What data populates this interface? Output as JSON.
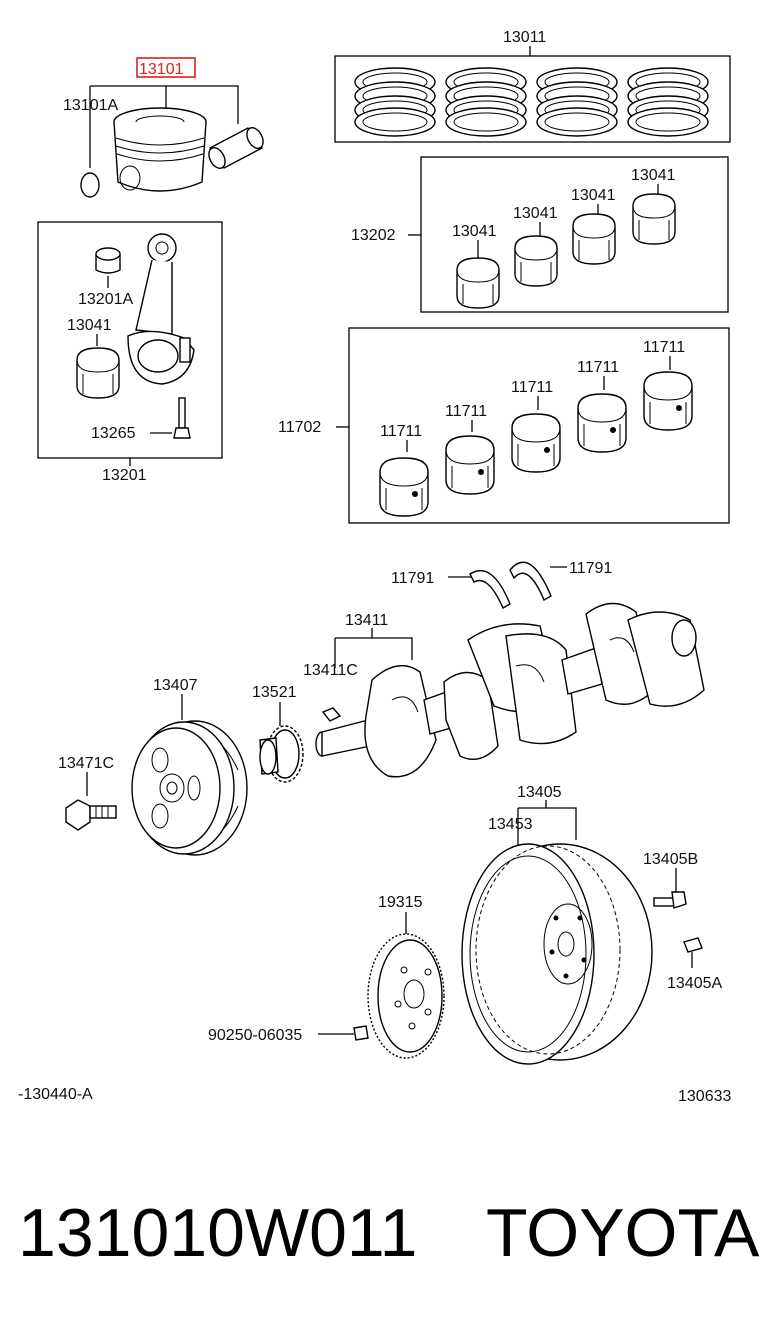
{
  "highlight_color": "#e02020",
  "labels": {
    "piston_assy": "13101",
    "piston_pin_clip": "13101A",
    "piston_ring_set": "13011",
    "rod_bearing_set": "13202",
    "rod_bearing_a": "13041",
    "rod_bearing_b": "13041",
    "rod_bearing_c": "13041",
    "rod_bearing_d": "13041",
    "rod_bushing": "13201A",
    "rod_bearing_left": "13041",
    "rod_bolt": "13265",
    "conn_rod_assy": "13201",
    "main_bearing_set": "11702",
    "main_bearing_1": "11711",
    "main_bearing_2": "11711",
    "main_bearing_3": "11711",
    "main_bearing_4": "11711",
    "main_bearing_5": "11711",
    "thrust_washer_left": "11791",
    "thrust_washer_right": "11791",
    "crankshaft": "13411",
    "crank_key": "13411C",
    "damper_pulley": "13407",
    "crank_gear": "13521",
    "pulley_bolt": "13471C",
    "flywheel_assy": "13405",
    "ring_gear": "13453",
    "flywheel_bolt": "13405B",
    "flywheel_pin": "13405A",
    "drive_plate": "19315",
    "plate_pin": "90250-06035",
    "diagram_ref_left": "-130440-A",
    "diagram_ref_right": "130633"
  },
  "caption": {
    "part_number": "131010W011",
    "brand": "TOYOTA"
  },
  "icons": [
    "piston-icon",
    "piston-ring-icon",
    "bearing-shell-icon",
    "connecting-rod-icon",
    "bolt-icon",
    "crankshaft-icon",
    "pulley-icon",
    "gear-icon",
    "flywheel-icon",
    "drive-plate-icon"
  ]
}
